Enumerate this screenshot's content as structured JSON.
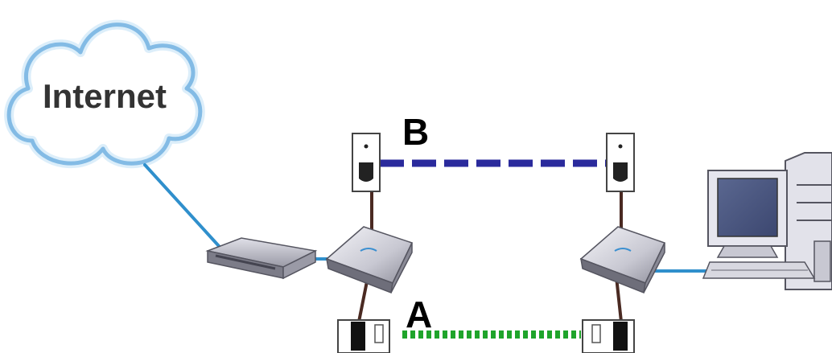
{
  "diagram": {
    "cloud_label": "Internet",
    "path_b_label": "B",
    "path_a_label": "A"
  },
  "colors": {
    "cloud_outline": "#3a8fd0",
    "network_cable": "#2f8fcc",
    "power_cord": "#4a2a22",
    "path_b_line": "#2a2a9c",
    "path_a_line": "#1fa42b",
    "device_body": "#dcdce4"
  },
  "icons": [
    "internet-cloud-icon",
    "modem-icon",
    "powerline-adapter-icon",
    "wall-outlet-icon",
    "computer-icon"
  ]
}
